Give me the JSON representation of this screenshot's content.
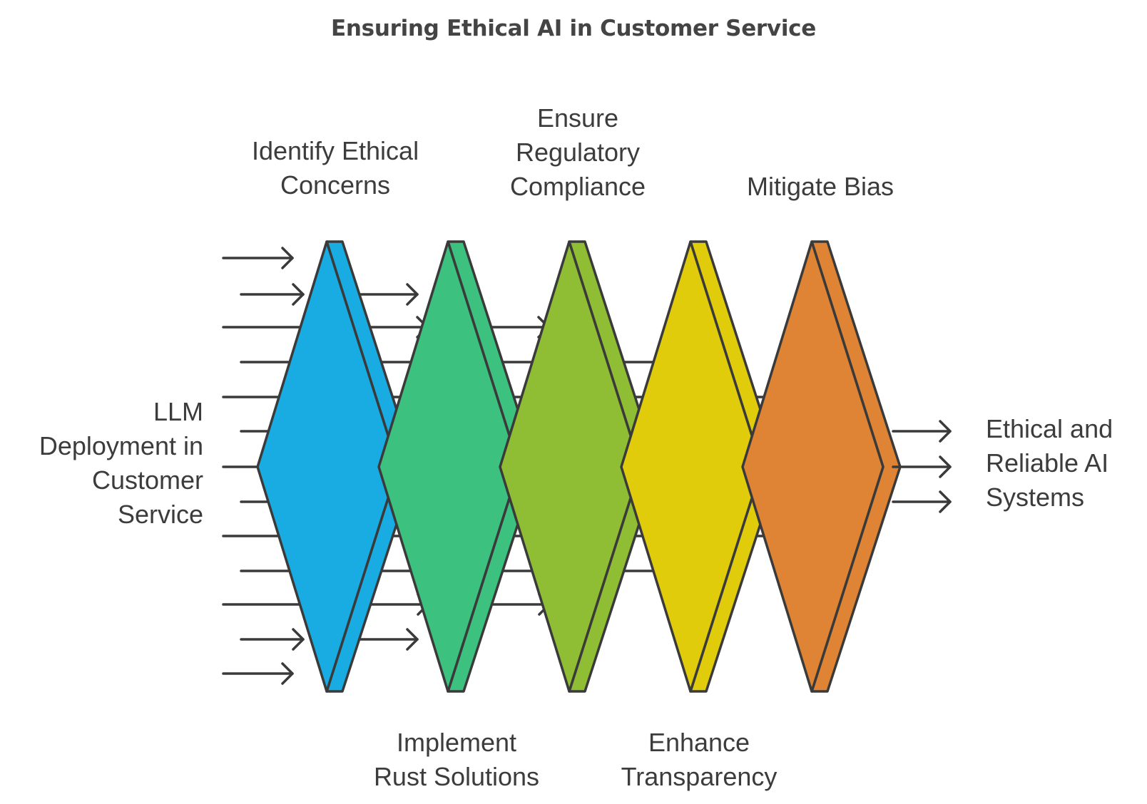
{
  "title": "Ensuring Ethical AI in Customer Service",
  "input_label": [
    "LLM",
    "Deployment in",
    "Customer",
    "Service"
  ],
  "output_label": [
    "Ethical and",
    "Reliable AI",
    "Systems"
  ],
  "stages": [
    {
      "label": [
        "Identify Ethical",
        "Concerns"
      ],
      "label_position": "top",
      "color": "#19ACE2"
    },
    {
      "label": [
        "Implement",
        "Rust Solutions"
      ],
      "label_position": "bottom",
      "color": "#3CC17F"
    },
    {
      "label": [
        "Ensure",
        "Regulatory",
        "Compliance"
      ],
      "label_position": "top",
      "color": "#8FBE34"
    },
    {
      "label": [
        "Enhance",
        "Transparency"
      ],
      "label_position": "bottom",
      "color": "#E1CC0B"
    },
    {
      "label": [
        "Mitigate Bias"
      ],
      "label_position": "top",
      "color": "#DE8434"
    }
  ],
  "stroke_color": "#3a3a3a"
}
